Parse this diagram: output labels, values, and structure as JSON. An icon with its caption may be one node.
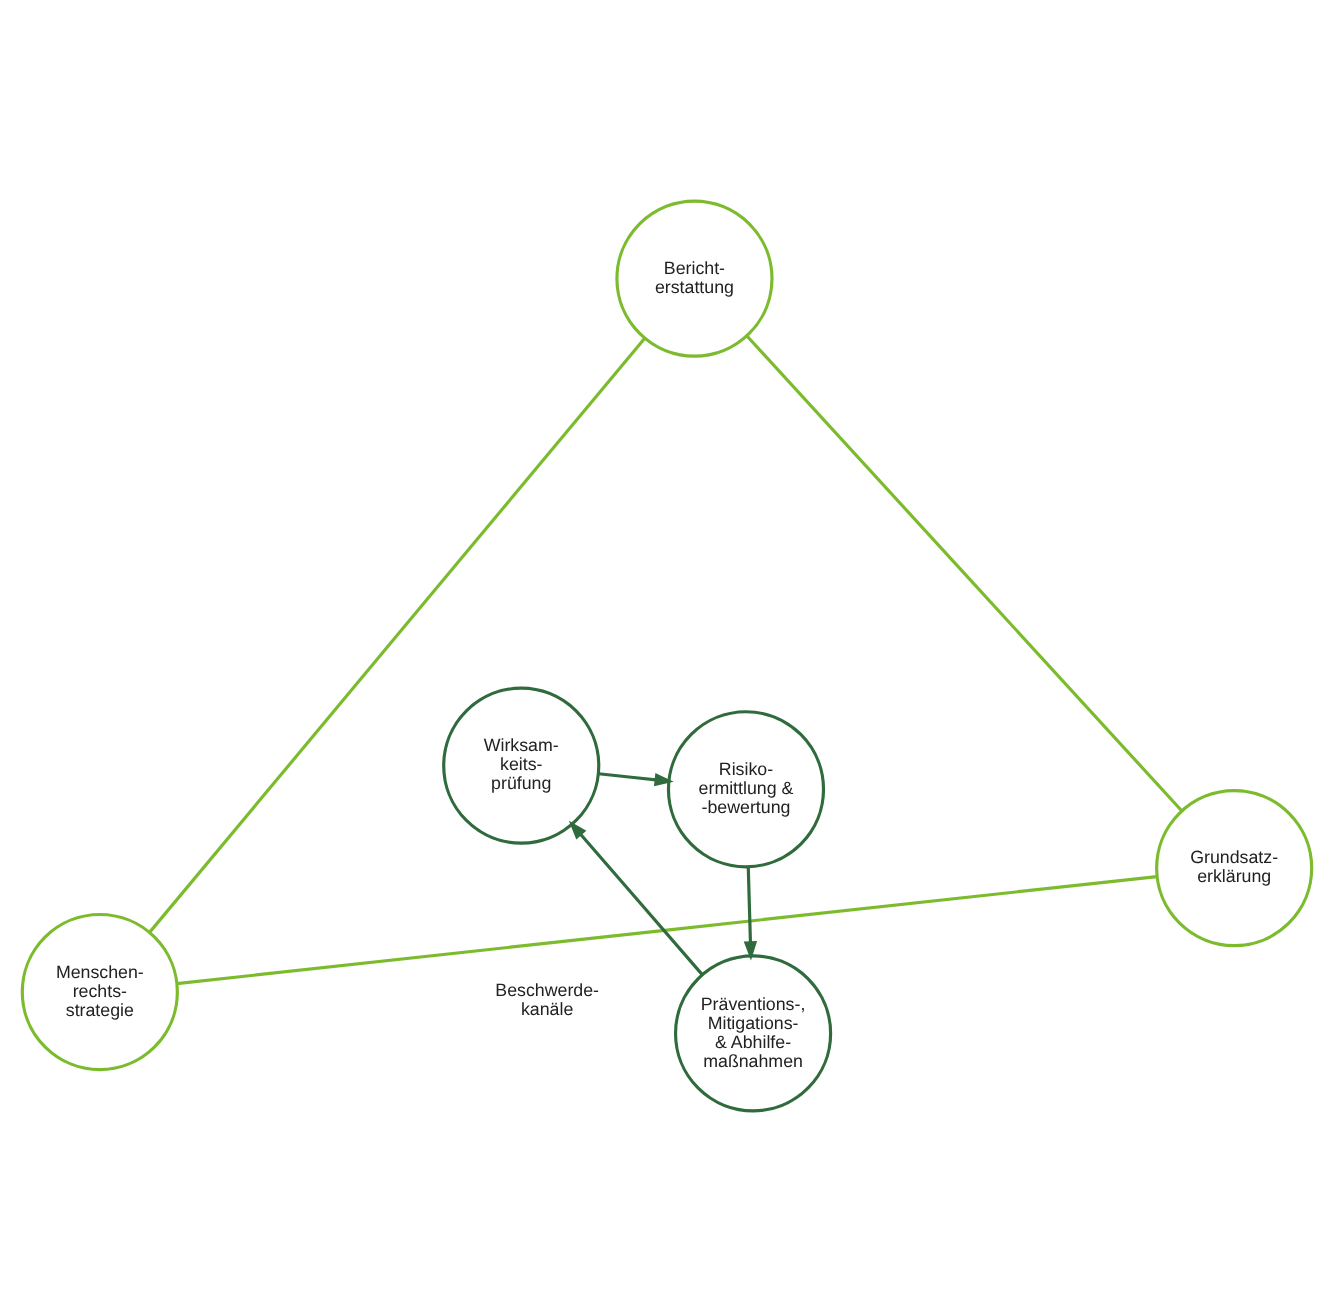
{
  "diagram": {
    "nodes": [
      {
        "text": [
          "Menschen- rechts- strategie"
        ]
      },
      {
        "text": [
          "Risiko- ermittlung & -bewertung"
        ]
      },
      {
        "text": [
          "Präventions-, Mitigations- & Abhilfe- maßnahmen"
        ]
      },
      {
        "text": [
          "Bericht- erstattung"
        ]
      },
      {
        "text": [
          "Grundsatz- erklärung"
        ]
      },
      {
        "text": [
          "Wirksam- keits- prüfung"
        ]
      }
    ],
    "edges": [
      {
        "from": 1,
        "to": 2,
        "arrow": "to",
        "color": "#2f6b3c"
      },
      {
        "from": 2,
        "to": 5,
        "arrow": "to",
        "color": "#2f6b3c"
      },
      {
        "from": 5,
        "to": 1,
        "arrow": "to",
        "color": "#2f6b3c"
      },
      {
        "from": 0,
        "to": 4,
        "arrow": "none",
        "color": "#7cbb2e"
      },
      {
        "from": 4,
        "to": 3,
        "arrow": "none",
        "color": "#7cbb2e"
      },
      {
        "from": 3,
        "to": 0,
        "arrow": "none",
        "color": "#7cbb2e"
      }
    ],
    "labels": [
      "Beschwerde- kanäle"
    ]
  }
}
